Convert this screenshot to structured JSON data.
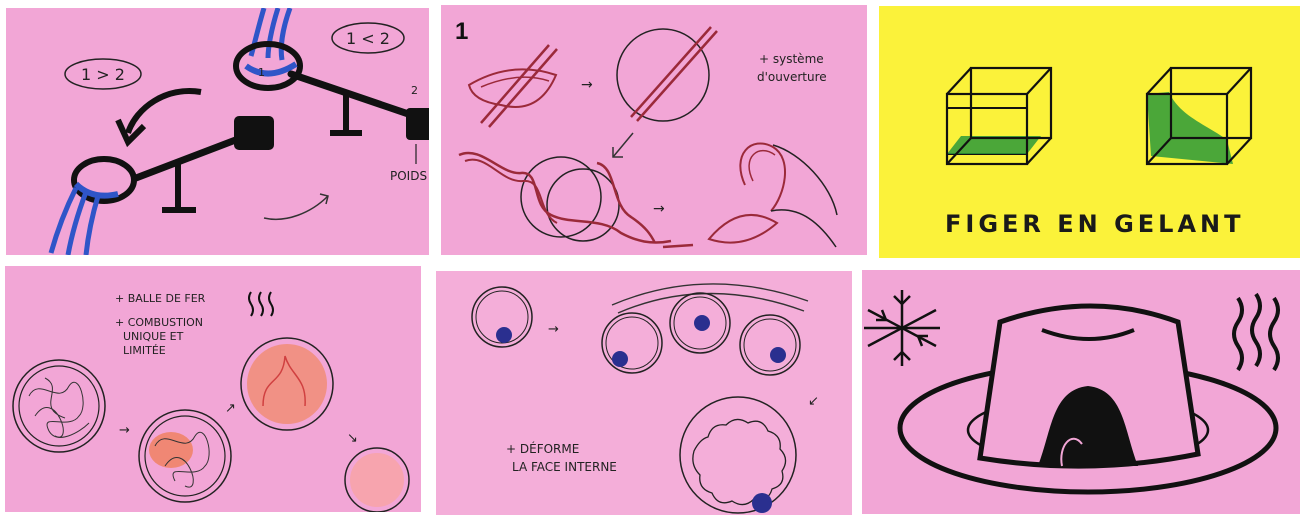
{
  "colors": {
    "pink": "#f2a6d6",
    "pink_alt": "#f4aed9",
    "yellow": "#fbf23a",
    "ink": "#1a1a1a",
    "red_ink": "#9b2a3a",
    "blue": "#2f55c8",
    "navy_dot": "#2a2f8f",
    "green": "#2c9a3a",
    "orange": "#f07a4a"
  },
  "cards": [
    {
      "id": "seesaw",
      "labels": {
        "left_compare": "1 > 2",
        "right_compare": "1 < 2",
        "one": "1",
        "two": "2",
        "weight": "POIDS"
      }
    },
    {
      "id": "opening-system",
      "labels": {
        "step": "1",
        "note_line1": "+ système",
        "note_line2": "d'ouverture"
      }
    },
    {
      "id": "freeze",
      "labels": {
        "caption": "FIGER EN GELANT"
      }
    },
    {
      "id": "iron-ball",
      "labels": {
        "note1": "+ BALLE DE FER",
        "note2_line1": "+ COMBUSTION",
        "note2_line2": "UNIQUE ET",
        "note2_line3": "LIMITÉE"
      }
    },
    {
      "id": "deform",
      "labels": {
        "note_line1": "+ DÉFORME",
        "note_line2": "LA FACE INTERNE"
      }
    },
    {
      "id": "jelly",
      "labels": {}
    }
  ]
}
